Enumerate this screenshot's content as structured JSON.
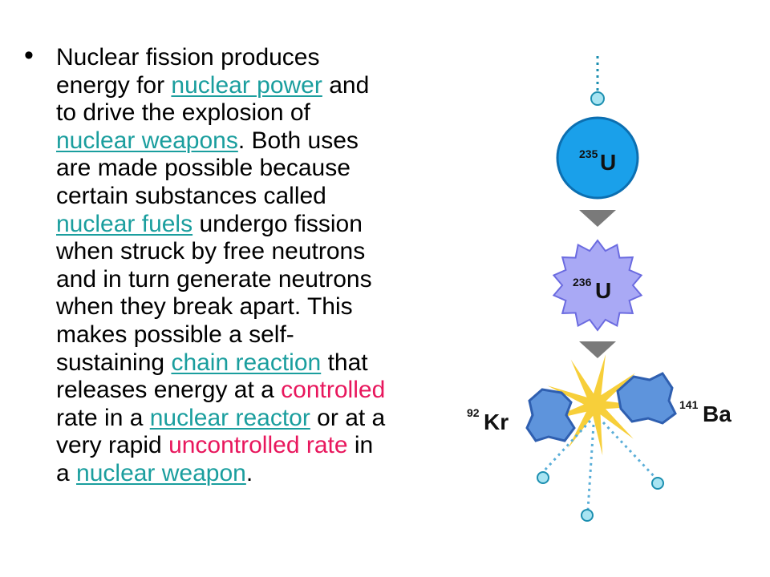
{
  "bullet": "•",
  "paragraph": {
    "l1": "Nuclear fission produces",
    "l2a": "energy for ",
    "l2_link": "nuclear power",
    "l2b": " and",
    "l3": "to drive the explosion of",
    "l4_link": "nuclear weapons",
    "l4b": ". Both uses",
    "l5": "are made possible because",
    "l6": "certain substances called",
    "l7_link": "nuclear fuels",
    "l7b": " undergo fission",
    "l8": "when struck by free neutrons",
    "l9": "and in turn generate neutrons",
    "l10": "when they break apart. This",
    "l11": "makes possible a self-",
    "l12a": "sustaining ",
    "l12_link": "chain reaction",
    "l12b": " that",
    "l13a": "releases energy at a ",
    "l13_hl": "controlled",
    "l14a": "rate in a ",
    "l14_link": "nuclear reactor",
    "l14b": " or at a",
    "l15a": "very rapid ",
    "l15_hl": "uncontrolled rate",
    "l15b": " in",
    "l16a": "a ",
    "l16_link": "nuclear weapon",
    "l16b": "."
  },
  "diagram": {
    "u235": {
      "mass": "235",
      "symbol": "U"
    },
    "u236": {
      "mass": "236",
      "symbol": "U"
    },
    "kr": {
      "mass": "92",
      "symbol": "Kr"
    },
    "ba": {
      "mass": "141",
      "symbol": "Ba"
    }
  },
  "colors": {
    "link": "#1a9e9e",
    "highlight": "#e8175d",
    "neutron_fill": "#a8e4f2",
    "neutron_stroke": "#1c8fb0",
    "u235_fill": "#1aa0ea",
    "u236_fill": "#a9a9f5",
    "fragment_fill": "#5e94dc",
    "burst": "#f7cf3a",
    "arrow": "#7a7a7a"
  }
}
